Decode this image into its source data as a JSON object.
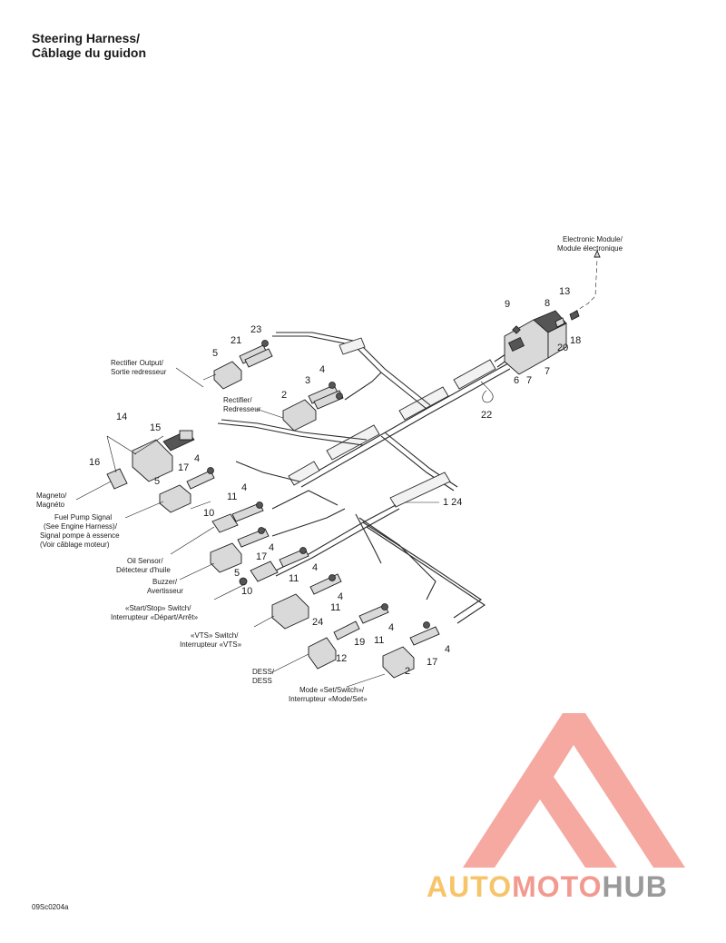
{
  "title": {
    "line1": "Steering Harness/",
    "line2": "Câblage du guidon"
  },
  "labels": {
    "electronic_module_1": "Electronic Module/",
    "electronic_module_2": "Module électronique",
    "rectifier_output_1": "Rectifier Output/",
    "rectifier_output_2": "Sortie redresseur",
    "rectifier_1": "Rectifier/",
    "rectifier_2": "Redresseur",
    "magneto_1": "Magneto/",
    "magneto_2": "Magnéto",
    "fuel_pump_1": "Fuel Pump Signal",
    "fuel_pump_2": "(See Engine Harness)/",
    "fuel_pump_3": "Signal pompe à essence",
    "fuel_pump_4": "(Voir câblage moteur)",
    "oil_sensor_1": "Oil Sensor/",
    "oil_sensor_2": "Détecteur d'huile",
    "buzzer_1": "Buzzer/",
    "buzzer_2": "Avertisseur",
    "start_stop_1": "«Start/Stop» Switch/",
    "start_stop_2": "Interrupteur «Départ/Arrêt»",
    "vts_1": "«VTS» Switch/",
    "vts_2": "Interrupteur «VTS»",
    "dess_1": "DESS/",
    "dess_2": "DESS",
    "mode_1": "Mode «Set/Switch»/",
    "mode_2": "Interrupteur «Mode/Set»"
  },
  "callouts": {
    "n1_24": "1  24",
    "n2a": "2",
    "n2b": "2",
    "n3": "3",
    "n4a": "4",
    "n4b": "4",
    "n4c": "4",
    "n4d": "4",
    "n4e": "4",
    "n4f": "4",
    "n4g": "4",
    "n4h": "4",
    "n5a": "5",
    "n5b": "5",
    "n5c": "5",
    "n6": "6",
    "n7a": "7",
    "n7b": "7",
    "n8": "8",
    "n9": "9",
    "n10a": "10",
    "n10b": "10",
    "n11a": "11",
    "n11b": "11",
    "n11c": "11",
    "n11d": "11",
    "n12": "12",
    "n13": "13",
    "n14": "14",
    "n15": "15",
    "n16": "16",
    "n17a": "17",
    "n17b": "17",
    "n17c": "17",
    "n18": "18",
    "n19": "19",
    "n20": "20",
    "n21": "21",
    "n22": "22",
    "n23": "23",
    "n24": "24"
  },
  "drawing_code": "09Sc0204a",
  "watermark": {
    "part1": "AUTO",
    "part2": "MOTO",
    "part3": "HUB",
    "color_auto": "#f7c46a",
    "color_moto": "#f39a90",
    "color_hub": "#9a9a9a"
  }
}
